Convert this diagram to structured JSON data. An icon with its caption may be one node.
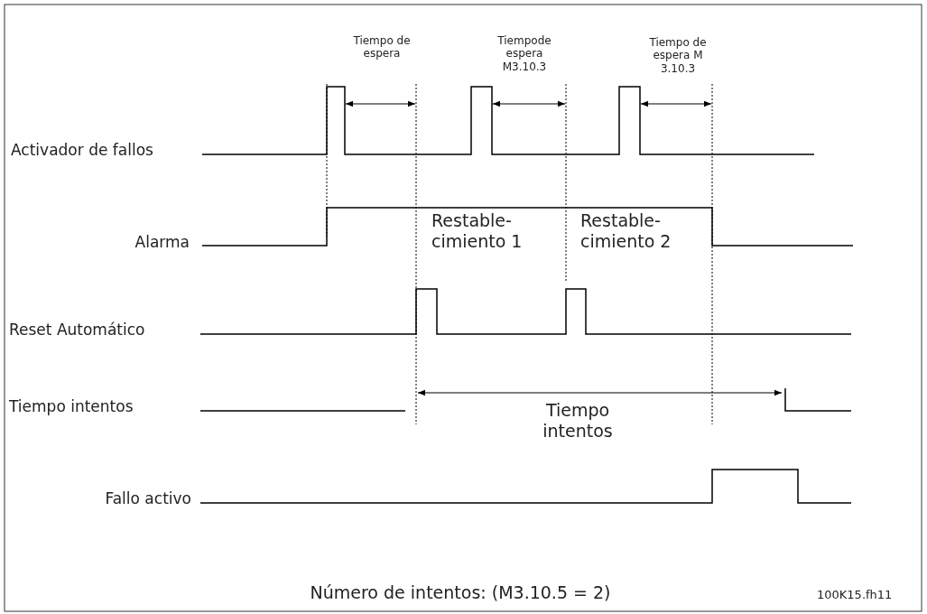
{
  "diagram": {
    "caption": "Número de intentos: (M3.10.5 = 2)",
    "labels": [
      "Tiempo de espera",
      "Tiempode espera M3.10.3",
      "Tiempo de espera M 3.10.3",
      "Activador de fallos",
      "Alarma",
      "Restable- cimiento 1",
      "Restable- cimiento 2",
      "Reset Automático",
      "Tiempo intentos",
      "Tiempo intentos",
      "Fallo activo",
      "100K15.fh11"
    ]
  }
}
